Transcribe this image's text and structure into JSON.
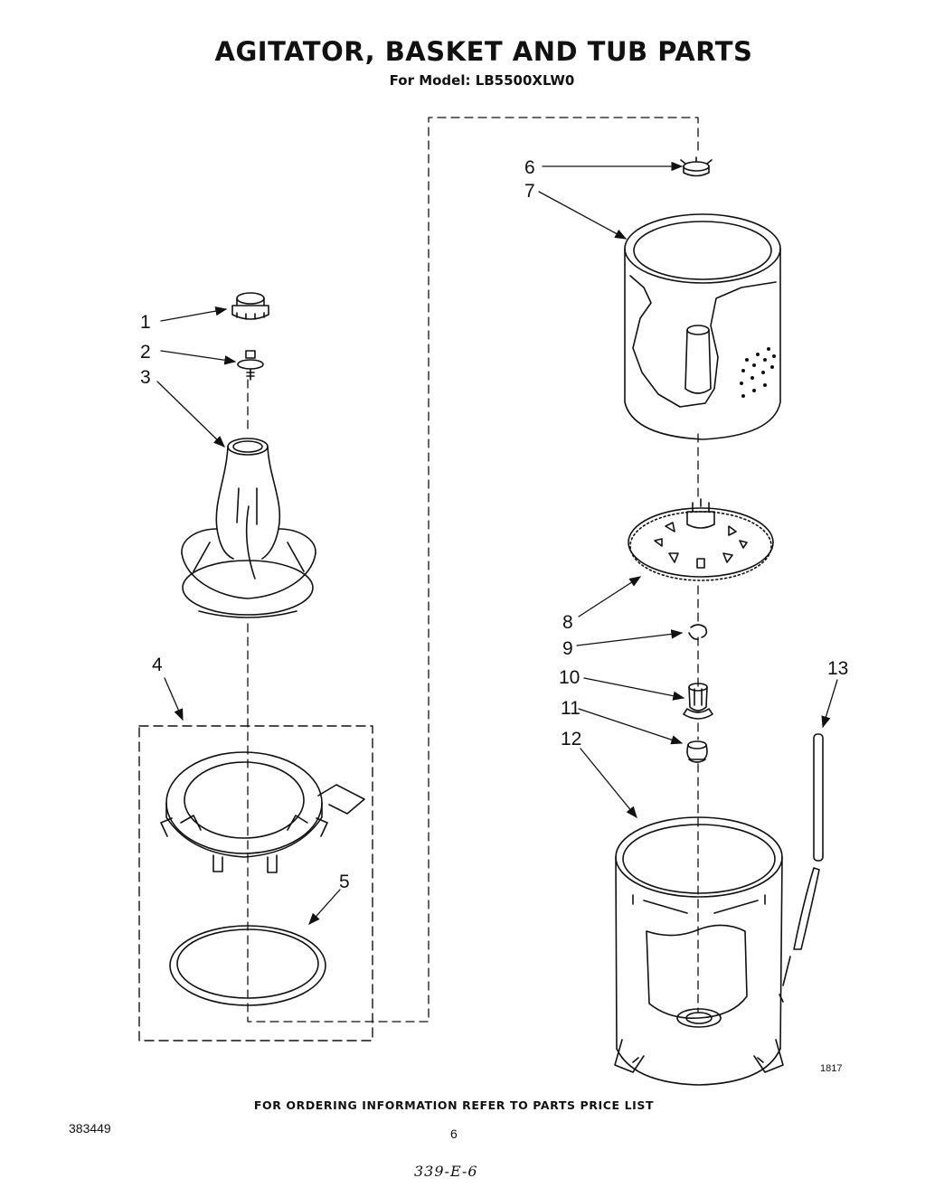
{
  "header": {
    "title": "AGITATOR, BASKET AND TUB PARTS",
    "subtitle": "For Model: LB5500XLW0"
  },
  "callouts": [
    "1",
    "2",
    "3",
    "4",
    "5",
    "6",
    "7",
    "8",
    "9",
    "10",
    "11",
    "12",
    "13"
  ],
  "footer": {
    "ordering_note": "FOR ORDERING INFORMATION REFER TO PARTS PRICE LIST",
    "document_number": "383449",
    "page_number": "6",
    "handwritten_note": "339-E-6",
    "figure_id": "1817"
  }
}
